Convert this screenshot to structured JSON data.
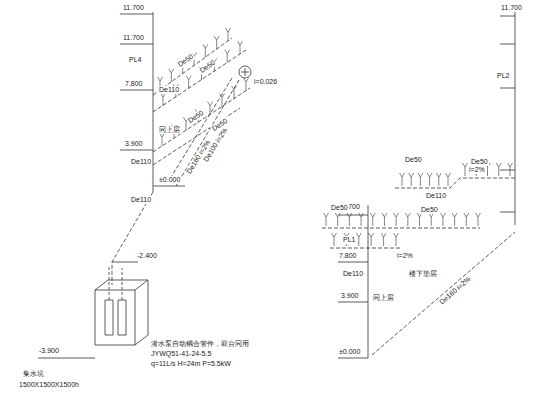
{
  "diagram": {
    "labels": [
      "11.700",
      "11.700",
      "PL4",
      "7.800",
      "De110",
      "3.900",
      "同上层",
      "De110",
      "De110",
      "±0.000",
      "-2.400",
      "-3.900",
      "集水坑",
      "1500X1500X1500h",
      "潜水泵自动耦合管件，双台同用",
      "JYWQ51-41-24-5.5",
      "q=11L/s H=24m P=5.5kW",
      "De50",
      "De50",
      "De50",
      "De50",
      "i=0.026",
      "De100 i=2%",
      "De160 i=2%",
      "11.700",
      "PL2",
      "11.700",
      "PL1",
      "7.800",
      "3.900",
      "同上层",
      "±0.000",
      "De110",
      "i=2%",
      "De110",
      "i=2%",
      "楼下垫层",
      "De160 i=2%",
      "De50",
      "De50",
      "De50",
      "De50"
    ]
  }
}
